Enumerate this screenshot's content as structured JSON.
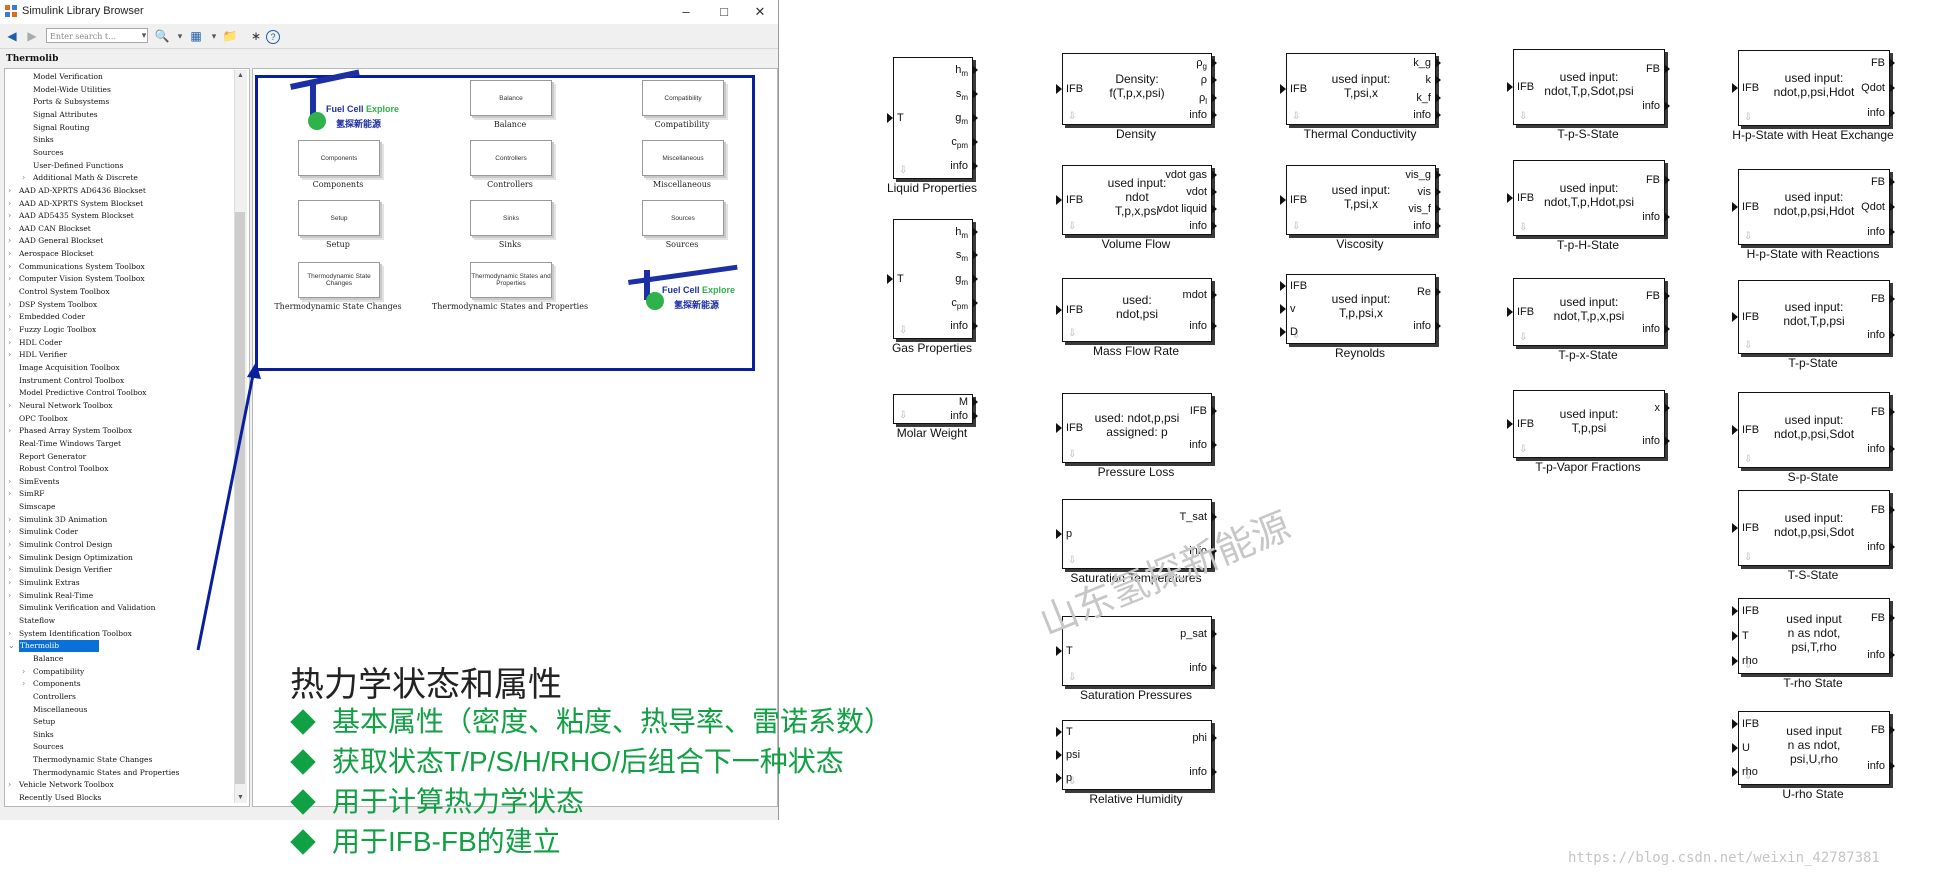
{
  "window": {
    "title": "Simulink Library Browser",
    "minimize": "–",
    "maximize": "□",
    "close": "✕"
  },
  "toolbar": {
    "search_placeholder": "Enter search t…"
  },
  "breadcrumb": "Thermolib",
  "tree": [
    {
      "label": "Model Verification",
      "indent": 2,
      "expander": false
    },
    {
      "label": "Model-Wide Utilities",
      "indent": 2,
      "expander": false
    },
    {
      "label": "Ports & Subsystems",
      "indent": 2,
      "expander": false
    },
    {
      "label": "Signal Attributes",
      "indent": 2,
      "expander": false
    },
    {
      "label": "Signal Routing",
      "indent": 2,
      "expander": false
    },
    {
      "label": "Sinks",
      "indent": 2,
      "expander": false
    },
    {
      "label": "Sources",
      "indent": 2,
      "expander": false
    },
    {
      "label": "User-Defined Functions",
      "indent": 2,
      "expander": false
    },
    {
      "label": "Additional Math & Discrete",
      "indent": 2,
      "expander": true
    },
    {
      "label": "AAD AD-XPRTS AD6436 Blockset",
      "indent": 1,
      "expander": true
    },
    {
      "label": "AAD AD-XPRTS System Blockset",
      "indent": 1,
      "expander": true
    },
    {
      "label": "AAD AD5435 System Blockset",
      "indent": 1,
      "expander": true
    },
    {
      "label": "AAD CAN Blockset",
      "indent": 1,
      "expander": true
    },
    {
      "label": "AAD General Blockset",
      "indent": 1,
      "expander": true
    },
    {
      "label": "Aerospace Blockset",
      "indent": 1,
      "expander": true
    },
    {
      "label": "Communications System Toolbox",
      "indent": 1,
      "expander": true
    },
    {
      "label": "Computer Vision System Toolbox",
      "indent": 1,
      "expander": true
    },
    {
      "label": "Control System Toolbox",
      "indent": 1,
      "expander": false
    },
    {
      "label": "DSP System Toolbox",
      "indent": 1,
      "expander": true
    },
    {
      "label": "Embedded Coder",
      "indent": 1,
      "expander": true
    },
    {
      "label": "Fuzzy Logic Toolbox",
      "indent": 1,
      "expander": true
    },
    {
      "label": "HDL Coder",
      "indent": 1,
      "expander": true
    },
    {
      "label": "HDL Verifier",
      "indent": 1,
      "expander": true
    },
    {
      "label": "Image Acquisition Toolbox",
      "indent": 1,
      "expander": false
    },
    {
      "label": "Instrument Control Toolbox",
      "indent": 1,
      "expander": false
    },
    {
      "label": "Model Predictive Control Toolbox",
      "indent": 1,
      "expander": false
    },
    {
      "label": "Neural Network Toolbox",
      "indent": 1,
      "expander": true
    },
    {
      "label": "OPC Toolbox",
      "indent": 1,
      "expander": false
    },
    {
      "label": "Phased Array System Toolbox",
      "indent": 1,
      "expander": true
    },
    {
      "label": "Real-Time Windows Target",
      "indent": 1,
      "expander": false
    },
    {
      "label": "Report Generator",
      "indent": 1,
      "expander": false
    },
    {
      "label": "Robust Control Toolbox",
      "indent": 1,
      "expander": false
    },
    {
      "label": "SimEvents",
      "indent": 1,
      "expander": true
    },
    {
      "label": "SimRF",
      "indent": 1,
      "expander": true
    },
    {
      "label": "Simscape",
      "indent": 1,
      "expander": false
    },
    {
      "label": "Simulink 3D Animation",
      "indent": 1,
      "expander": true
    },
    {
      "label": "Simulink Coder",
      "indent": 1,
      "expander": true
    },
    {
      "label": "Simulink Control Design",
      "indent": 1,
      "expander": true
    },
    {
      "label": "Simulink Design Optimization",
      "indent": 1,
      "expander": true
    },
    {
      "label": "Simulink Design Verifier",
      "indent": 1,
      "expander": true
    },
    {
      "label": "Simulink Extras",
      "indent": 1,
      "expander": true
    },
    {
      "label": "Simulink Real-Time",
      "indent": 1,
      "expander": true
    },
    {
      "label": "Simulink Verification and Validation",
      "indent": 1,
      "expander": false
    },
    {
      "label": "Stateflow",
      "indent": 1,
      "expander": false
    },
    {
      "label": "System Identification Toolbox",
      "indent": 1,
      "expander": true
    },
    {
      "label": "Thermolib",
      "indent": 1,
      "expander": true,
      "selected": true
    },
    {
      "label": "Balance",
      "indent": 2,
      "expander": false
    },
    {
      "label": "Compatibility",
      "indent": 2,
      "expander": true
    },
    {
      "label": "Components",
      "indent": 2,
      "expander": true
    },
    {
      "label": "Controllers",
      "indent": 2,
      "expander": false
    },
    {
      "label": "Miscellaneous",
      "indent": 2,
      "expander": false
    },
    {
      "label": "Setup",
      "indent": 2,
      "expander": false
    },
    {
      "label": "Sinks",
      "indent": 2,
      "expander": false
    },
    {
      "label": "Sources",
      "indent": 2,
      "expander": false
    },
    {
      "label": "Thermodynamic State Changes",
      "indent": 2,
      "expander": false
    },
    {
      "label": "Thermodynamic States and Properties",
      "indent": 2,
      "expander": false
    },
    {
      "label": "Vehicle Network Toolbox",
      "indent": 1,
      "expander": true
    },
    {
      "label": "Recently Used Blocks",
      "indent": 1,
      "expander": false
    }
  ],
  "library": {
    "logo_text_a": "Fuel Cell ",
    "logo_text_b": "Explore",
    "logo_text_cn": "氢探新能源",
    "tiles": [
      {
        "label": "Balance",
        "caption": "Balance",
        "icon": "none"
      },
      {
        "label": "Compatibility",
        "caption": "Compatibility"
      },
      {
        "label": "Components",
        "caption": "Components"
      },
      {
        "label": "Controllers",
        "caption": "Controllers"
      },
      {
        "label": "Miscellaneous",
        "caption": "Miscellaneous"
      },
      {
        "label": "Setup",
        "caption": "Setup"
      },
      {
        "label": "Sinks",
        "caption": "Sinks"
      },
      {
        "label": "Sources",
        "caption": "Sources"
      },
      {
        "label": "Thermodynamic State Changes",
        "caption": "Thermodynamic State Changes"
      },
      {
        "label": "Thermodynamic States and Properties",
        "caption": "Thermodynamic States and Properties"
      }
    ]
  },
  "annotation": {
    "title": "热力学状态和属性",
    "bullets": [
      "基本属性（密度、粘度、热导率、雷诺系数）",
      "获取状态T/P/S/H/RHO/后组合下一种状态",
      "用于计算热力学状态",
      "用于IFB-FB的建立"
    ],
    "color": "#11a043"
  },
  "blocks": [
    {
      "caption": "Liquid Properties",
      "center": "",
      "inputs": [
        "T"
      ],
      "outputs": [
        "h_m",
        "s_m",
        "g_m",
        "c_pm",
        "info"
      ]
    },
    {
      "caption": "Gas Properties",
      "center": "",
      "inputs": [
        "T"
      ],
      "outputs": [
        "h_m",
        "s_m",
        "g_m",
        "c_pm",
        "info"
      ]
    },
    {
      "caption": "Molar Weight",
      "center": "",
      "inputs": [],
      "outputs": [
        "M",
        "info"
      ]
    },
    {
      "caption": "Density",
      "center": "Density:\nf(T,p,x,psi)",
      "inputs": [
        "IFB"
      ],
      "outputs": [
        "ρ_g",
        "ρ",
        "ρ_l",
        "info"
      ]
    },
    {
      "caption": "Volume Flow",
      "center": "used input:\nndot\nT,p,x,psi",
      "inputs": [
        "IFB"
      ],
      "outputs": [
        "vdot gas",
        "vdot",
        "vdot liquid",
        "info"
      ]
    },
    {
      "caption": "Mass Flow Rate",
      "center": "used:\nndot,psi",
      "inputs": [
        "IFB"
      ],
      "outputs": [
        "mdot",
        "info"
      ]
    },
    {
      "caption": "Pressure Loss",
      "center": "used: ndot,p,psi\nassigned: p",
      "inputs": [
        "IFB"
      ],
      "outputs": [
        "IFB",
        "info"
      ]
    },
    {
      "caption": "Saturation Temperatures",
      "center": "",
      "inputs": [
        "p"
      ],
      "outputs": [
        "T_sat",
        "info"
      ]
    },
    {
      "caption": "Saturation Pressures",
      "center": "",
      "inputs": [
        "T"
      ],
      "outputs": [
        "p_sat",
        "info"
      ]
    },
    {
      "caption": "Relative Humidity",
      "center": "",
      "inputs": [
        "T",
        "psi",
        "p"
      ],
      "outputs": [
        "phi",
        "info"
      ]
    },
    {
      "caption": "Thermal Conductivity",
      "center": "used input:\nT,psi,x",
      "inputs": [
        "IFB"
      ],
      "outputs": [
        "k_g",
        "k",
        "k_f",
        "info"
      ]
    },
    {
      "caption": "Viscosity",
      "center": "used input:\nT,psi,x",
      "inputs": [
        "IFB"
      ],
      "outputs": [
        "vis_g",
        "vis",
        "vis_f",
        "info"
      ]
    },
    {
      "caption": "Reynolds",
      "center": "used input:\nT,p,psi,x",
      "inputs": [
        "IFB",
        "v",
        "D"
      ],
      "outputs": [
        "Re",
        "info"
      ]
    },
    {
      "caption": "T-p-S-State",
      "center": "used input:\nndot,T,p,Sdot,psi",
      "inputs": [
        "IFB"
      ],
      "outputs": [
        "FB",
        "info"
      ]
    },
    {
      "caption": "T-p-H-State",
      "center": "used input:\nndot,T,p,Hdot,psi",
      "inputs": [
        "IFB"
      ],
      "outputs": [
        "FB",
        "info"
      ]
    },
    {
      "caption": "T-p-x-State",
      "center": "used input:\nndot,T,p,x,psi",
      "inputs": [
        "IFB"
      ],
      "outputs": [
        "FB",
        "info"
      ]
    },
    {
      "caption": "T-p-Vapor Fractions",
      "center": "used input:\nT,p,psi",
      "inputs": [
        "IFB"
      ],
      "outputs": [
        "x",
        "info"
      ]
    },
    {
      "caption": "H-p-State with Heat Exchange",
      "center": "used input:\nndot,p,psi,Hdot",
      "inputs": [
        "IFB"
      ],
      "outputs": [
        "FB",
        "Qdot",
        "info"
      ]
    },
    {
      "caption": "H-p-State with Reactions",
      "center": "used input:\nndot,p,psi,Hdot",
      "inputs": [
        "IFB"
      ],
      "outputs": [
        "FB",
        "Qdot",
        "info"
      ]
    },
    {
      "caption": "T-p-State",
      "center": "used input:\nndot,T,p,psi",
      "inputs": [
        "IFB"
      ],
      "outputs": [
        "FB",
        "info"
      ]
    },
    {
      "caption": "S-p-State",
      "center": "used input:\nndot,p,psi,Sdot",
      "inputs": [
        "IFB"
      ],
      "outputs": [
        "FB",
        "info"
      ]
    },
    {
      "caption": "T-S-State",
      "center": "used input:\nndot,p,psi,Sdot",
      "inputs": [
        "IFB"
      ],
      "outputs": [
        "FB",
        "info"
      ]
    },
    {
      "caption": "T-rho State",
      "center": "used input\nn as ndot,\npsi,T,rho",
      "inputs": [
        "IFB",
        "T",
        "rho"
      ],
      "outputs": [
        "FB",
        "info"
      ]
    },
    {
      "caption": "U-rho State",
      "center": "used input\nn as ndot,\npsi,U,rho",
      "inputs": [
        "IFB",
        "U",
        "rho"
      ],
      "outputs": [
        "FB",
        "info"
      ]
    }
  ],
  "watermark": "山东氢探新能源",
  "url": "https://blog.csdn.net/weixin_42787381"
}
